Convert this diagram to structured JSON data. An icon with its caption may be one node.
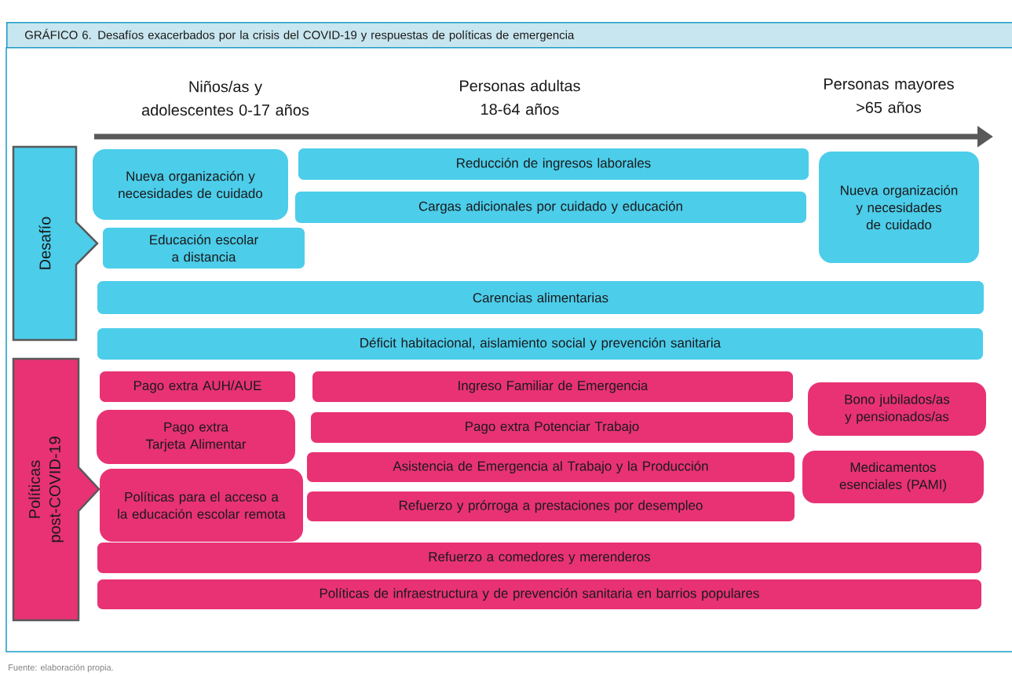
{
  "diagram": {
    "title": "GRÁFICO 6. Desafíos exacerbados por la crisis del COVID-19 y respuestas de políticas de emergencia",
    "caption": "Fuente: elaboración propia.",
    "nodes": [
      {
        "text": [
          "Desafío"
        ]
      },
      {
        "text": [
          "Nueva organización y necesidades de cuidado"
        ]
      },
      {
        "text": [
          "Reducción de ingresos laborales"
        ]
      },
      {
        "text": [
          "Cargas adicionales por cuidado y educación"
        ]
      },
      {
        "text": [
          "Nueva organización y necesidades de cuidado"
        ]
      },
      {
        "text": [
          "Educación escolar a distancia"
        ]
      },
      {
        "text": [
          "Carencias alimentarias"
        ]
      },
      {
        "text": [
          "Déficit habitacional, aislamiento social y prevención sanitaria"
        ]
      },
      {
        "text": [
          "Políticas post-COVID-19"
        ]
      },
      {
        "text": [
          "Pago extra AUH/AUE"
        ]
      },
      {
        "text": [
          "Ingreso Familiar de Emergencia"
        ]
      },
      {
        "text": [
          "Bono jubilados/as y pensionados/as"
        ]
      },
      {
        "text": [
          "Pago extra Tarjeta Alimentar"
        ]
      },
      {
        "text": [
          "Pago extra Potenciar Trabajo"
        ]
      },
      {
        "text": [
          "Asistencia de Emergencia al Trabajo y la Producción"
        ]
      },
      {
        "text": [
          "Medicamentos esenciales (PAMI)"
        ]
      },
      {
        "text": [
          "Políticas para el acceso a la educación escolar remota"
        ]
      },
      {
        "text": [
          "Refuerzo y prórroga a prestaciones por desempleo"
        ]
      },
      {
        "text": [
          "Refuerzo a comedores y merenderos"
        ]
      },
      {
        "text": [
          "Políticas de infraestructura y de prevención sanitaria en barrios populares"
        ]
      }
    ],
    "labels": [
      "Niños/as y adolescentes 0-17 años",
      "Personas adultas 18-64 años",
      "Personas mayores >65 años"
    ]
  }
}
